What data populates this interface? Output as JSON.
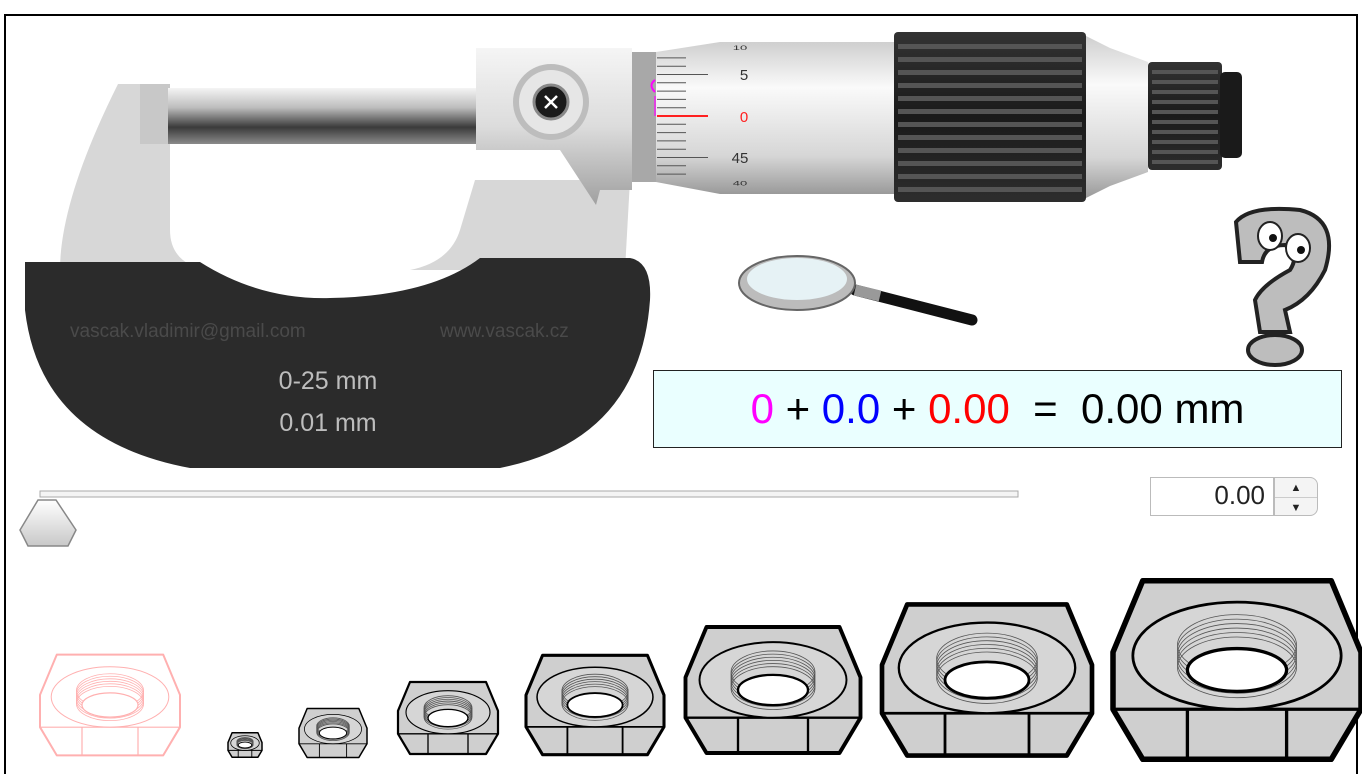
{
  "micrometer": {
    "email": "vascak.vladimir@gmail.com",
    "website": "www.vascak.cz",
    "range": "0-25 mm",
    "resolution": "0.01 mm",
    "thimble_labels": [
      "10",
      "5",
      "0",
      "45",
      "40"
    ],
    "colors": {
      "frame": "#2b2b2b",
      "frame_light": "#d8d8d8",
      "sleeve_mark": "#ff00ff",
      "thimble_mark": "#ff2020"
    }
  },
  "result": {
    "main_scale": "0",
    "half_scale": "0.0",
    "thimble": "0.00",
    "plus": "+",
    "equals": "=",
    "total": "0.00 mm",
    "colors": {
      "main_scale": "#ff00ff",
      "half_scale": "#0000ff",
      "thimble": "#ff0000"
    }
  },
  "slider": {
    "value_fraction": 0.0
  },
  "spinner": {
    "value": "0.00",
    "up_icon": "triangle-up",
    "down_icon": "triangle-down"
  },
  "tools": {
    "magnifier_icon": "magnifying-glass",
    "help_icon": "question-mark-character"
  },
  "nuts": {
    "count": 8,
    "selected_index": 0,
    "selected_color": "#ffb0b0"
  }
}
